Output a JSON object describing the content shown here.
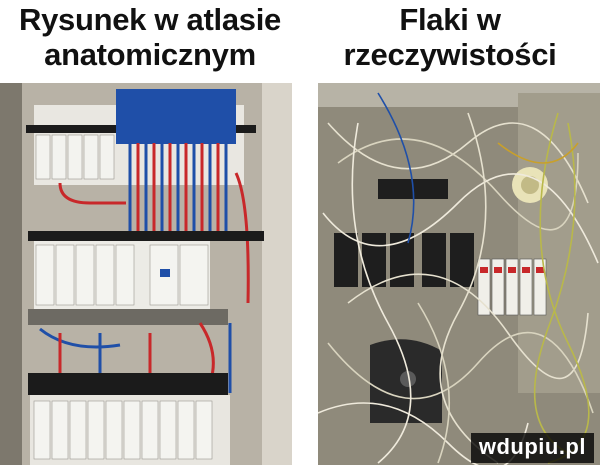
{
  "captions": {
    "left": {
      "line1": "Rysunek w atlasie",
      "line2": "anatomicznym"
    },
    "right": {
      "line1": "Flaki w",
      "line2": "rzeczywistości"
    }
  },
  "panels": {
    "left": {
      "subject": "neat electrical distribution board"
    },
    "right": {
      "subject": "messy tangled electrical panel"
    }
  },
  "watermark": "wdupiu.pl",
  "colors": {
    "caption": "#111111",
    "wire_red": "#c8282a",
    "wire_blue": "#1f4fa8",
    "wire_yellow_green": "#b9b84a",
    "breaker": "#f1f1ee",
    "din_rail": "#1b1b1b"
  }
}
